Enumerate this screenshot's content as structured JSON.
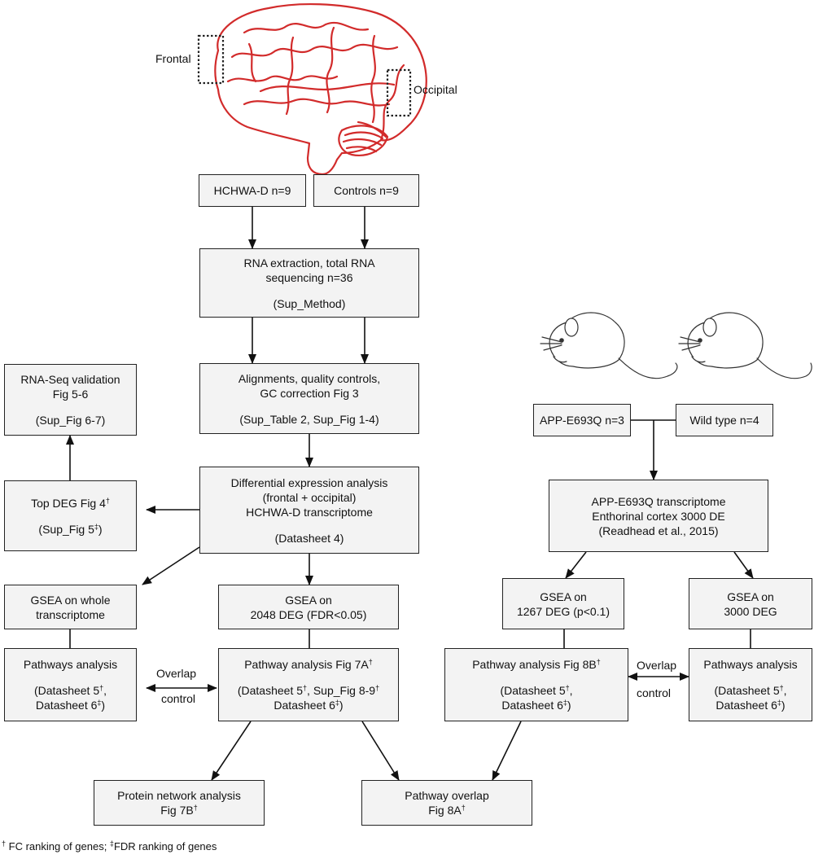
{
  "colors": {
    "brain": "#d22b2b",
    "box_fill": "#f3f3f3",
    "stroke": "#222222"
  },
  "brain_labels": {
    "frontal": "Frontal",
    "occipital": "Occipital"
  },
  "boxes": {
    "hchwa": {
      "l1": "HCHWA-D n=9"
    },
    "controls": {
      "l1": "Controls n=9"
    },
    "rna": {
      "l1": "RNA extraction, total RNA",
      "l2": "sequencing n=36",
      "l3": "(Sup_Method)"
    },
    "align": {
      "l1": "Alignments, quality controls,",
      "l2": "GC correction Fig 3",
      "l3": "(Sup_Table 2, Sup_Fig 1-4)"
    },
    "rnaseq": {
      "l1": "RNA-Seq validation",
      "l2": "Fig 5-6",
      "l3": "(Sup_Fig 6-7)"
    },
    "diff": {
      "l1": "Differential expression analysis",
      "l2": "(frontal + occipital)",
      "l3": "HCHWA-D transcriptome",
      "l4": "(Datasheet 4)"
    },
    "topdeg": {
      "l1": "Top DEG Fig 4",
      "l1_sup": "†",
      "l2": "(Sup_Fig 5",
      "l2_sup": "‡",
      "l2_end": ")"
    },
    "gsea_whole": {
      "l1": "GSEA  on whole",
      "l2": "transcriptome"
    },
    "gsea_2048": {
      "l1": "GSEA on",
      "l2": "2048 DEG (FDR<0.05)"
    },
    "path_left": {
      "l1": "Pathways analysis",
      "l2": "(Datasheet 5",
      "l2_sup": "†",
      "l2_end": ",",
      "l3": "Datasheet 6",
      "l3_sup": "‡",
      "l3_end": ")"
    },
    "path7a": {
      "l1": "Pathway analysis Fig 7A",
      "l1_sup": "†",
      "l2a": "(Datasheet 5",
      "l2a_sup": "†",
      "l2b": ", Sup_Fig 8-9",
      "l2b_sup": "†",
      "l3": "Datasheet 6",
      "l3_sup": "‡",
      "l3_end": ")"
    },
    "protein": {
      "l1": "Protein network analysis",
      "l2": "Fig 7B",
      "l2_sup": "†"
    },
    "overlap": {
      "l1": "Pathway overlap",
      "l2": "Fig 8A",
      "l2_sup": "†"
    },
    "app": {
      "l1": "APP-E693Q n=3"
    },
    "wt": {
      "l1": "Wild type n=4"
    },
    "app_tx": {
      "l1": "APP-E693Q transcriptome",
      "l2": "Enthorinal cortex 3000 DE",
      "l3": "(Readhead et al., 2015)"
    },
    "gsea_1267": {
      "l1": "GSEA on",
      "l2": "1267 DEG (p<0.1)"
    },
    "gsea_3000": {
      "l1": "GSEA on",
      "l2": "3000 DEG"
    },
    "path8b": {
      "l1": "Pathway analysis Fig 8B",
      "l1_sup": "†",
      "l2": "(Datasheet 5",
      "l2_sup": "†",
      "l2_end": ",",
      "l3": "Datasheet 6",
      "l3_sup": "‡",
      "l3_end": ")"
    },
    "path_right": {
      "l1": "Pathways analysis",
      "l2": "(Datasheet 5",
      "l2_sup": "†",
      "l2_end": ",",
      "l3": "Datasheet 6",
      "l3_sup": "‡",
      "l3_end": ")"
    }
  },
  "overlap_labels": {
    "left": {
      "l1": "Overlap",
      "l2": "control"
    },
    "right": {
      "l1": "Overlap",
      "l2": "control"
    }
  },
  "footnote": {
    "sym1": "†",
    "t1": " FC ranking of genes; ",
    "sym2": "‡",
    "t2": "FDR ranking of genes"
  }
}
